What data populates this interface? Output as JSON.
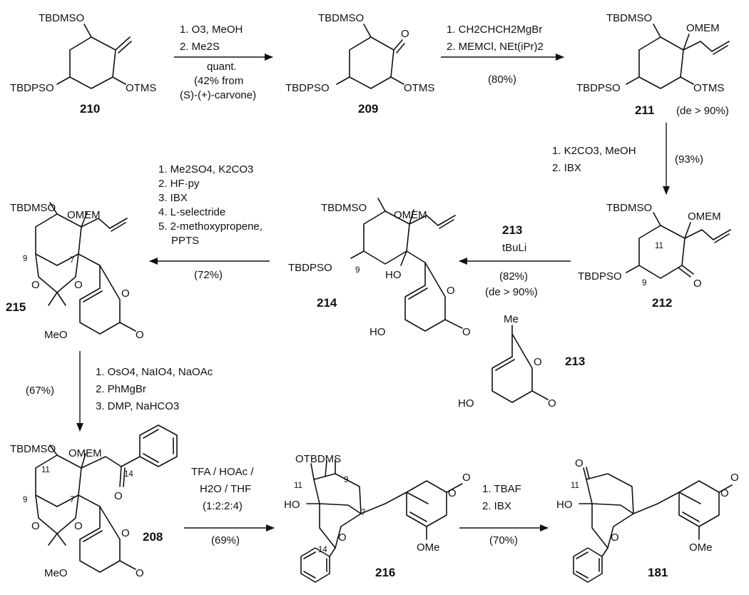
{
  "compounds": {
    "c210": {
      "number": "210",
      "labels": [
        "TBDMSO",
        "TBDPSO",
        "OTMS"
      ]
    },
    "c209": {
      "number": "209",
      "labels": [
        "TBDMSO",
        "O",
        "TBDPSO",
        "OTMS"
      ]
    },
    "c211": {
      "number": "211",
      "note": "(de > 90%)",
      "labels": [
        "TBDMSO",
        "OMEM",
        "TBDPSO",
        "OTMS"
      ]
    },
    "c212": {
      "number": "212",
      "labels": [
        "TBDMSO",
        "OMEM",
        "11",
        "TBDPSO",
        "9",
        "O"
      ]
    },
    "c214": {
      "number": "214",
      "labels": [
        "TBDMSO",
        "OMEM",
        "TBDPSO",
        "9",
        "HO",
        "O",
        "O",
        "HO"
      ]
    },
    "c215": {
      "number": "215",
      "labels": [
        "TBDMSO",
        "OMEM",
        "9",
        "7",
        "O",
        "O",
        "O",
        "O",
        "MeO"
      ]
    },
    "c213": {
      "number": "213",
      "labels": [
        "Me",
        "O",
        "O",
        "HO"
      ]
    },
    "c208": {
      "number": "208",
      "labels": [
        "TBDMSO",
        "OMEM",
        "11",
        "14",
        "O",
        "9",
        "7",
        "O",
        "O",
        "O",
        "O",
        "MeO"
      ]
    },
    "c216": {
      "number": "216",
      "labels": [
        "OTBDMS",
        "11",
        "9",
        "HO",
        "7",
        "O",
        "O",
        "O",
        "14",
        "OMe"
      ]
    },
    "c181": {
      "number": "181",
      "labels": [
        "O",
        "11",
        "HO",
        "O",
        "O",
        "O",
        "OMe"
      ]
    }
  },
  "steps": {
    "s1": {
      "lines": [
        "1. O3, MeOH",
        "2. Me2S",
        "quant.",
        "(42% from",
        "(S)-(+)-carvone)"
      ]
    },
    "s2": {
      "lines": [
        "1. CH2CHCH2MgBr",
        "2. MEMCl, NEt(iPr)2",
        "(80%)"
      ]
    },
    "s3": {
      "lines": [
        "1. K2CO3, MeOH",
        "2. IBX",
        "(93%)"
      ]
    },
    "s4": {
      "lines": [
        "213",
        "tBuLi",
        "(82%)",
        "(de > 90%)"
      ]
    },
    "s5": {
      "lines": [
        "1. Me2SO4, K2CO3",
        "2. HF·py",
        "3. IBX",
        "4. L-selectride",
        "5. 2-methoxypropene,",
        "PPTS",
        "(72%)"
      ]
    },
    "s6": {
      "lines": [
        "1. OsO4, NaIO4, NaOAc",
        "2. PhMgBr",
        "3. DMP, NaHCO3",
        "(67%)"
      ]
    },
    "s7": {
      "lines": [
        "TFA / HOAc /",
        "H2O / THF",
        "(1:2:2:4)",
        "(69%)"
      ]
    },
    "s8": {
      "lines": [
        "1. TBAF",
        "2. IBX",
        "(70%)"
      ]
    }
  }
}
